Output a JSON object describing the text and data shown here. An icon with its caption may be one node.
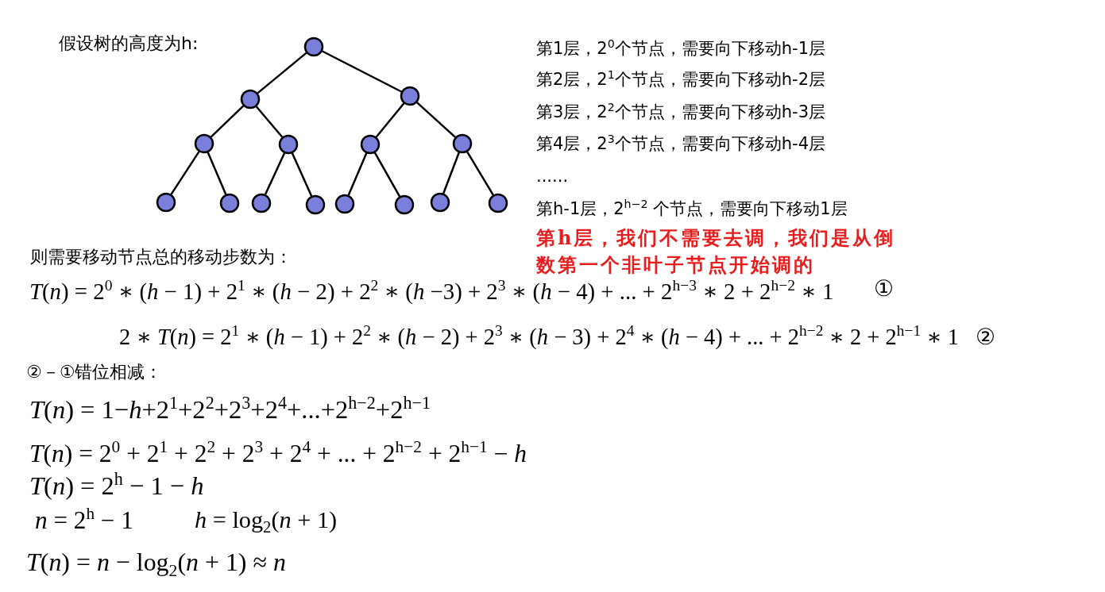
{
  "diagram": {
    "nodes": [
      {
        "text": [],
        "shape": "circle"
      },
      {
        "text": [],
        "shape": "circle"
      },
      {
        "text": [],
        "shape": "circle"
      },
      {
        "text": [],
        "shape": "circle"
      },
      {
        "text": [],
        "shape": "circle"
      },
      {
        "text": [],
        "shape": "circle"
      },
      {
        "text": [],
        "shape": "circle"
      },
      {
        "text": [],
        "shape": "circle"
      },
      {
        "text": [],
        "shape": "circle"
      },
      {
        "text": [],
        "shape": "circle"
      },
      {
        "text": [],
        "shape": "circle"
      },
      {
        "text": [],
        "shape": "circle"
      },
      {
        "text": [],
        "shape": "circle"
      },
      {
        "text": [],
        "shape": "circle"
      },
      {
        "text": [],
        "shape": "circle"
      }
    ],
    "edges": [
      {
        "from": 0,
        "to": 1,
        "arrow": "none"
      },
      {
        "from": 0,
        "to": 2,
        "arrow": "none"
      },
      {
        "from": 1,
        "to": 3,
        "arrow": "none"
      },
      {
        "from": 1,
        "to": 4,
        "arrow": "none"
      },
      {
        "from": 2,
        "to": 5,
        "arrow": "none"
      },
      {
        "from": 2,
        "to": 6,
        "arrow": "none"
      },
      {
        "from": 3,
        "to": 7,
        "arrow": "none"
      },
      {
        "from": 3,
        "to": 8,
        "arrow": "none"
      },
      {
        "from": 4,
        "to": 9,
        "arrow": "none"
      },
      {
        "from": 4,
        "to": 10,
        "arrow": "none"
      },
      {
        "from": 5,
        "to": 11,
        "arrow": "none"
      },
      {
        "from": 5,
        "to": 12,
        "arrow": "none"
      },
      {
        "from": 6,
        "to": 13,
        "arrow": "none"
      },
      {
        "from": 6,
        "to": 14,
        "arrow": "none"
      }
    ],
    "labels": [
      "假设树的高度为h:",
      "第1层，2$^{0}$个节点，需要向下移动h-1层",
      "第2层，2$^{1}$个节点，需要向下移动h-2层",
      "第3层，2$^{2}$个节点，需要向下移动h-3层",
      "第4层，2$^{3}$个节点，需要向下移动h-4层",
      "......",
      "第h-1层，2$^{h−2}$ 个节点，需要向下移动1层",
      "第h层，我们不需要去调，我们是从倒数第一个非叶子节点开始调的",
      "则需要移动节点总的移动步数为：",
      "*T*(*n*) = 2$^{0}$ ∗ (*h* − 1) + 2$^{1}$ ∗ (*h* − 2) + 2$^{2}$ ∗ (*h* −3) + 2$^{3}$ ∗ (*h* − 4) + ... + 2$^{h−3}$ ∗ 2 + 2$^{h−2}$ ∗ 1",
      "①",
      "2 ∗ *T*(*n*) = 2$^{1}$ ∗ (*h* − 1) + 2$^{2}$ ∗ (*h* − 2) + 2$^{3}$ ∗ (*h* − 3) + 2$^{4}$ ∗ (*h* − 4) + ... + 2$^{h−2}$ ∗ 2 + 2$^{h−1}$ ∗ 1",
      "②",
      "②－①错位相减：",
      "*T*(*n*) = 1−*h*+2$^{1}$+2$^{2}$+2$^{3}$+2$^{4}$+...+2$^{h−2}$+2$^{h−1}$",
      "*T*(*n*) = 2$^{0}$ + 2$^{1}$ + 2$^{2}$ + 2$^{3}$ + 2$^{4}$ + ... + 2$^{h−2}$ + 2$^{h−1}$ − *h*",
      "*T*(*n*) = 2$^{h}$ − 1 − *h*",
      "*n* = 2$^{h}$ − 1",
      "*h* = log$_{2}$(*n* + 1)",
      "*T*(*n*) = *n* − log$_{2}$(*n* + 1) ≈ *n*"
    ]
  }
}
